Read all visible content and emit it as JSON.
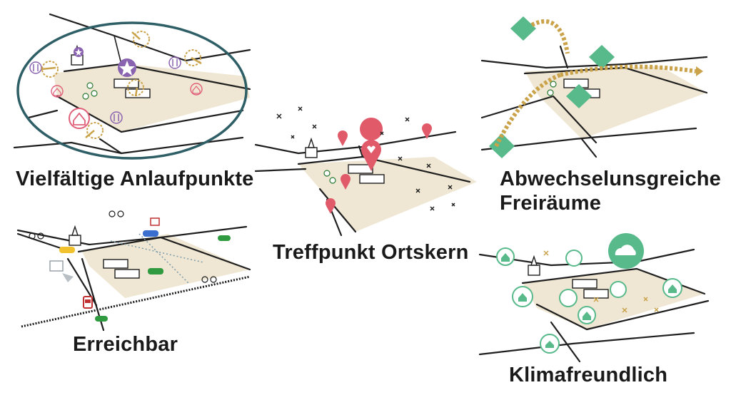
{
  "panels": [
    {
      "id": "anlaufpunkte",
      "caption": "Vielfältige Anlaufpunkte"
    },
    {
      "id": "ortskern",
      "caption": "Treffpunkt Ortskern"
    },
    {
      "id": "freiraeume",
      "caption": "Abwechselunsgreiche\nFreiräume"
    },
    {
      "id": "erreichbar",
      "caption": "Erreichbar"
    },
    {
      "id": "klima",
      "caption": "Klimafreundlich"
    }
  ],
  "colors": {
    "area": "#efe7d3",
    "outline_ring": "#2f5f66",
    "star_purple": "#8a63b0",
    "home_pink": "#e0607a",
    "arrow_gold": "#c9a24a",
    "pin_red": "#e05a6a",
    "green": "#58b98a",
    "train_red": "#c03030",
    "car_yellow": "#f2c12e",
    "car_blue": "#3a6fd0",
    "car_green": "#2f9a40"
  },
  "icons": [
    "star-icon",
    "home-icon",
    "cutlery-icon",
    "heart-pin-icon",
    "tree-icon",
    "cloud-sun-icon",
    "car-icon",
    "bicycle-icon",
    "train-icon",
    "pedestrian-icon",
    "electric-plug-icon",
    "church-icon"
  ]
}
